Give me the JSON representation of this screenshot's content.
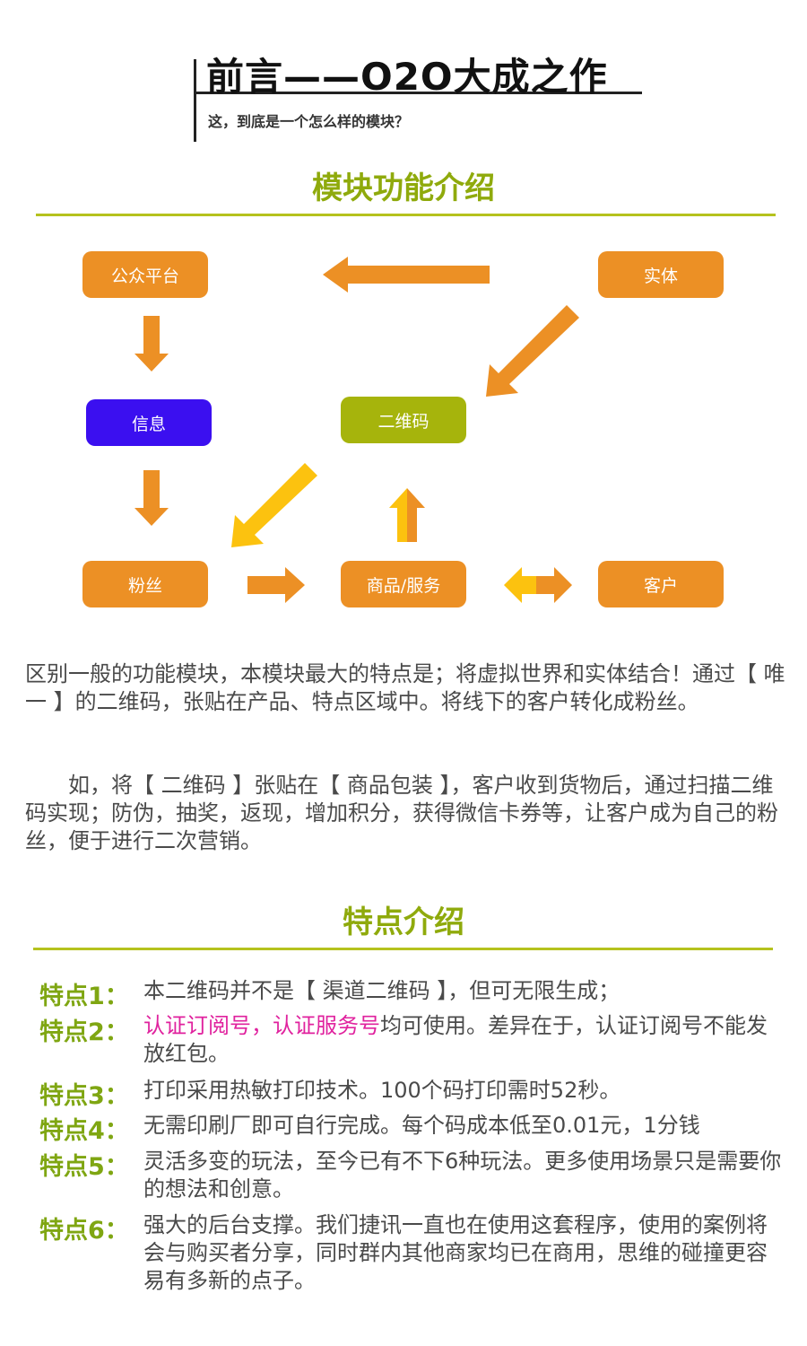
{
  "header": {
    "title": "前言——O2O大成之作",
    "subtitle": "这，到底是一个怎么样的模块？"
  },
  "section1": {
    "title": "模块功能介绍"
  },
  "diagram": {
    "nodes": {
      "public": "公众平台",
      "entity": "实体",
      "info": "信息",
      "qrcode": "二维码",
      "fans": "粉丝",
      "goods": "商品/服务",
      "customer": "客户"
    },
    "colors": {
      "orange": "#ec9025",
      "blue": "#3b0ff0",
      "olive": "#a6b40c",
      "yellow": "#fcc20f"
    }
  },
  "intro": {
    "p1": "区别一般的功能模块，本模块最大的特点是；将虚拟世界和实体结合！通过【 唯一 】的二维码，张贴在产品、特点区域中。将线下的客户转化成粉丝。",
    "p2": "　　如，将【 二维码 】张贴在【 商品包装 】，客户收到货物后，通过扫描二维码实现；防伪，抽奖，返现，增加积分，获得微信卡券等，让客户成为自己的粉丝，便于进行二次营销。"
  },
  "section2": {
    "title": "特点介绍"
  },
  "features": [
    {
      "label": "特点1：",
      "text": "本二维码并不是【 渠道二维码 】，但可无限生成；"
    },
    {
      "label": "特点2：",
      "highlight1": "认证订阅号",
      "sep": "，",
      "highlight2": "认证服务号",
      "text": "均可使用。差异在于，认证订阅号不能发放红包。"
    },
    {
      "label": "特点3：",
      "text": "打印采用热敏打印技术。100个码打印需时52秒。"
    },
    {
      "label": "特点4：",
      "text": "无需印刷厂即可自行完成。每个码成本低至0.01元，1分钱"
    },
    {
      "label": "特点5：",
      "text": "灵活多变的玩法，至今已有不下6种玩法。更多使用场景只是需要你的想法和创意。"
    },
    {
      "label": "特点6：",
      "text": "强大的后台支撑。我们捷讯一直也在使用这套程序，使用的案例将会与购买者分享，同时群内其他商家均已在商用，思维的碰撞更容易有多新的点子。"
    }
  ]
}
